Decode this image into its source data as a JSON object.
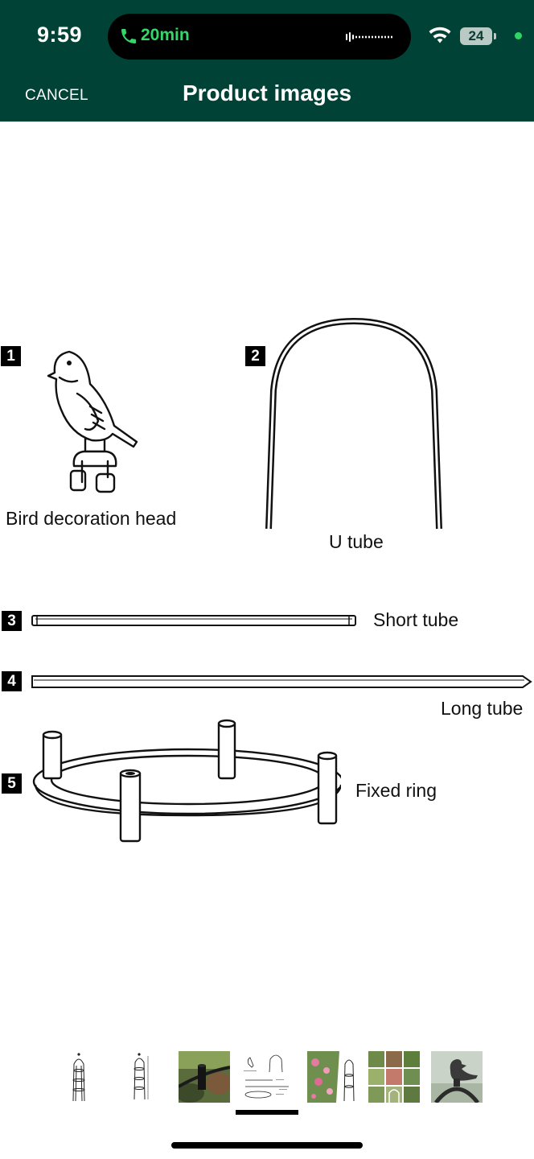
{
  "status_bar": {
    "time": "9:59",
    "call_duration": "20min",
    "battery": "24"
  },
  "header": {
    "cancel_label": "CANCEL",
    "title": "Product images"
  },
  "diagram": {
    "parts": [
      {
        "number": "1",
        "label": "Bird decoration head"
      },
      {
        "number": "2",
        "label": "U tube"
      },
      {
        "number": "3",
        "label": "Short tube"
      },
      {
        "number": "4",
        "label": "Long tube"
      },
      {
        "number": "5",
        "label": "Fixed ring"
      }
    ]
  },
  "thumbnails": {
    "count": 7,
    "selected_index": 3,
    "items": [
      {
        "icon": "obelisk-trellis-icon"
      },
      {
        "icon": "obelisk-dimensions-icon"
      },
      {
        "icon": "ground-stake-photo-icon"
      },
      {
        "icon": "parts-diagram-icon"
      },
      {
        "icon": "rose-trellis-photo-icon"
      },
      {
        "icon": "garden-collage-icon"
      },
      {
        "icon": "bird-finial-photo-icon"
      }
    ]
  },
  "colors": {
    "header_bg": "#004236",
    "call_green": "#36d76a",
    "privacy_dot": "#2fd466"
  }
}
